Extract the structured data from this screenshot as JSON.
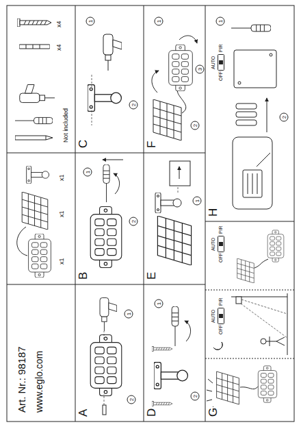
{
  "diagram": {
    "title": "Art. Nr.: 98187",
    "labels": [
      "www.eglo.com",
      "A",
      "B",
      "C",
      "D",
      "E",
      "F",
      "G",
      "H",
      "x1",
      "x1",
      "x1",
      "x4",
      "x4",
      "Not included",
      "1",
      "2",
      "1",
      "2",
      "1",
      "2",
      "1",
      "2",
      "1",
      "1",
      "2",
      "3",
      "1",
      "2",
      "AUTO",
      "OFF",
      "PIR",
      "AUTO",
      "OFF",
      "PIR",
      "AUTO",
      "OFF",
      "PIR"
    ]
  }
}
